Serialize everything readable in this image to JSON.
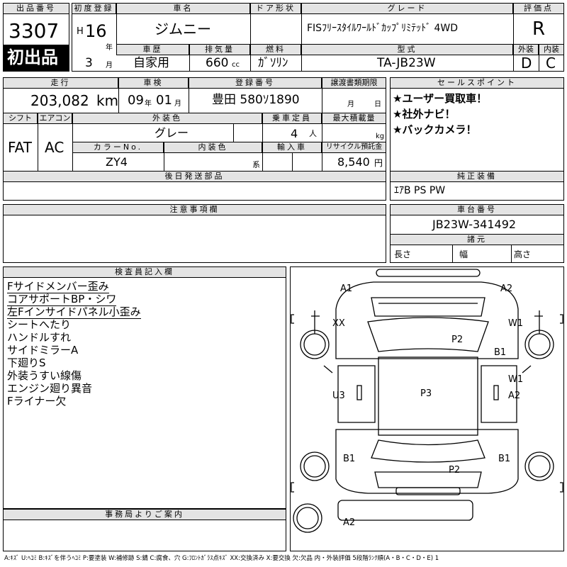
{
  "header": {
    "lot_label": "出品番号",
    "lot_number": "3307",
    "first_listing": "初出品",
    "first_reg_label": "初度登録",
    "era": "H",
    "year": "16",
    "year_unit": "年",
    "month": "3",
    "month_unit": "月",
    "car_name_label": "車名",
    "car_name": "ジムニー",
    "door_label": "ドア形状",
    "grade_label": "グレード",
    "grade": "FISﾌﾘｰｽﾀｲﾙﾜｰﾙﾄﾞｶｯﾌﾟﾘﾐﾃｯﾄﾞ 4WD",
    "score_label": "評価点",
    "score": "R",
    "history_label": "車歴",
    "history": "自家用",
    "displacement_label": "排気量",
    "displacement": "660",
    "displacement_unit": "cc",
    "fuel_label": "燃料",
    "fuel": "ｶﾞｿﾘﾝ",
    "model_label": "型式",
    "model": "TA-JB23W",
    "exterior_grade_label": "外装",
    "exterior_grade": "D",
    "interior_grade_label": "内装",
    "interior_grade": "C"
  },
  "details": {
    "mileage_label": "走行",
    "mileage": "203,082",
    "mileage_unit": "km",
    "inspection_label": "車検",
    "insp_year": "09",
    "insp_year_unit": "年",
    "insp_month": "01",
    "insp_month_unit": "月",
    "plate_label": "登録番号",
    "plate": "豊田 580ｿ1890",
    "transfer_label": "譲渡書類期限",
    "transfer_month_unit": "月",
    "transfer_day_unit": "日",
    "shift_label": "シフト",
    "shift": "FAT",
    "ac_label": "エアコン",
    "ac": "AC",
    "ext_color_label": "外装色",
    "ext_color": "グレー",
    "capacity_label": "乗車定員",
    "capacity": "4",
    "capacity_unit": "人",
    "max_load_label": "最大積載量",
    "max_load_unit": "kg",
    "color_no_label": "カラーNo.",
    "color_no": "ZY4",
    "int_color_label": "内装色",
    "int_color_unit": "系",
    "import_label": "輸入車",
    "recycle_label": "リサイクル預託金",
    "recycle": "8,540",
    "recycle_unit": "円",
    "later_parts_label": "後日発送部品"
  },
  "sales_points": {
    "label": "セールスポイント",
    "items": [
      "★ユーザー買取車！",
      "★社外ナビ！",
      "★バックカメラ！"
    ]
  },
  "equipment": {
    "label": "純正装備",
    "value": "ｴｱB PS PW"
  },
  "notes": {
    "label": "注意事項欄"
  },
  "chassis": {
    "label": "車台番号",
    "value": "JB23W-341492",
    "specs_label": "諸元",
    "length_label": "長さ",
    "width_label": "幅",
    "height_label": "高さ"
  },
  "inspector": {
    "label": "検査員記入欄",
    "remarks": [
      "Fサイドメンバー歪み",
      "コアサポートBP・シワ",
      "左Fインサイドパネル小歪み",
      "シートへたり",
      "ハンドルすれ",
      "サイドミラーA",
      "下廻りS",
      "外装うすい線傷",
      "エンジン廻り異音",
      "Fライナー欠"
    ]
  },
  "office": {
    "label": "事務局よりご案内"
  },
  "diagram": {
    "labels": [
      "A1",
      "A2",
      "XX",
      "W1",
      "P2",
      "B1",
      "U3",
      "P3",
      "W1",
      "A2",
      "B1",
      "B1",
      "P2",
      "A2"
    ]
  },
  "legend": "A:ｷｽﾞ U:ﾍｺﾐ B:ｷｽﾞを伴うﾍｺﾐ P:要塗装 W:補修跡 S:錆 C:腐食、穴 G:ﾌﾛﾝﾄｶﾞﾗｽ点ｷｽﾞ XX:交換済み X:要交換 欠:欠品 内・外装評価 5段階ﾗﾝｸ順(A・B・C・D・E) 1"
}
